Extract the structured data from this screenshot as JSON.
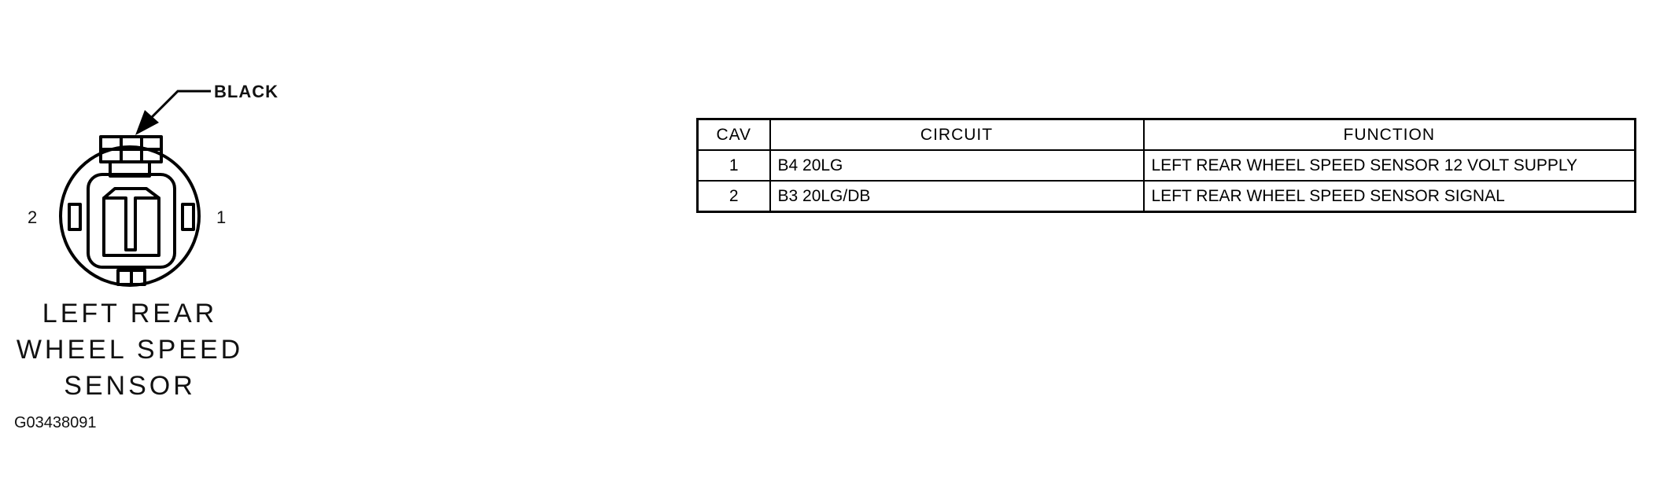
{
  "connector": {
    "color": "BLACK",
    "pin_left": "2",
    "pin_right": "1",
    "name_lines": [
      "LEFT REAR",
      "WHEEL SPEED",
      "SENSOR"
    ],
    "figure_id": "G03438091"
  },
  "table": {
    "headers": [
      "CAV",
      "CIRCUIT",
      "FUNCTION"
    ],
    "rows": [
      {
        "cav": "1",
        "circuit": "B4 20LG",
        "function": "LEFT REAR WHEEL SPEED SENSOR 12 VOLT SUPPLY"
      },
      {
        "cav": "2",
        "circuit": "B3 20LG/DB",
        "function": "LEFT REAR WHEEL SPEED SENSOR SIGNAL"
      }
    ]
  }
}
